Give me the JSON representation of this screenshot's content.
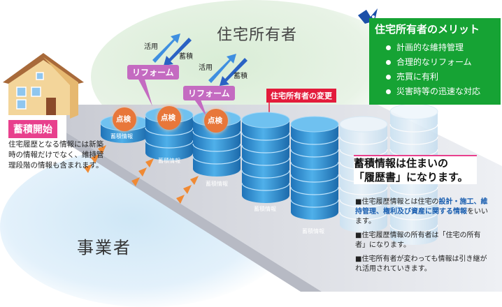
{
  "owner_label": "住宅所有者",
  "business_label": "事業者",
  "start": {
    "badge": "蓄積開始",
    "description": "住宅履歴となる情報には新築時の情報だけでなく、維持管理段階の情報も含まれます。"
  },
  "flows": [
    {
      "use": "活用",
      "store": "蓄積",
      "reform": "リフォーム"
    },
    {
      "use": "活用",
      "store": "蓄積",
      "reform": "リフォーム"
    }
  ],
  "inspection_label": "点検",
  "storage_label": "蓄積情報",
  "owner_change_label": "住宅所有者の変更",
  "merit": {
    "title": "住宅所有者のメリット",
    "items": [
      "計画的な維持管理",
      "合理的なリフォーム",
      "売買に有利",
      "災害時等の迅速な対応"
    ]
  },
  "history": {
    "heading_line1": "蓄積情報は住まいの",
    "heading_line2": "「履歴書」になります。",
    "p1_prefix": "■住宅履歴情報とは住宅の",
    "p1_highlight": "設計・施工、維持管理、権利及び資産に関する情報",
    "p1_suffix": "をいいます。",
    "p2": "■住宅履歴情報の所有者は「住宅の所有者」になります。",
    "p3": "■住宅所有者が変わっても情報は引き継がれ活用されていきます。"
  },
  "colors": {
    "green": "#16a334",
    "pink": "#e8408d",
    "red": "#e31b3b",
    "purple": "#c46bc1",
    "cylinder": "#2e8fd4"
  }
}
